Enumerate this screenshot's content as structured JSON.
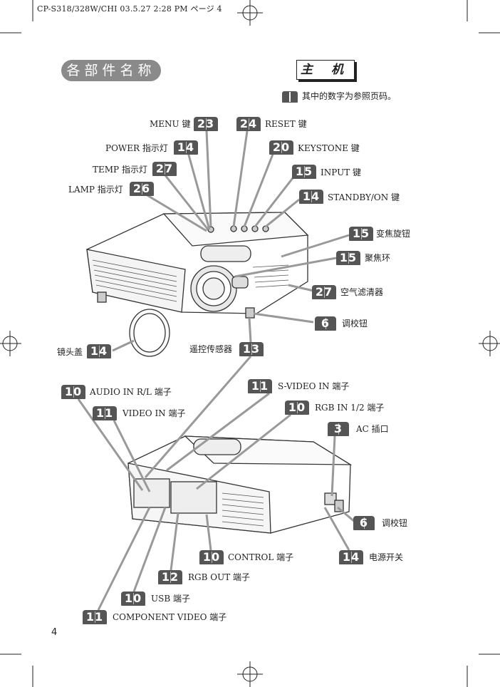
{
  "header": {
    "print_line": "CP-S318/328W/CHI  03.5.27 2:28 PM  ページ 4"
  },
  "section_title": "各部件名称",
  "main_label": "主 机",
  "note": "其中的数字为参照页码。",
  "top_callouts": [
    {
      "num": "23",
      "label": "MENU 键"
    },
    {
      "num": "24",
      "label": "RESET 键"
    },
    {
      "num": "14",
      "label": "POWER 指示灯"
    },
    {
      "num": "20",
      "label": "KEYSTONE 键"
    },
    {
      "num": "27",
      "label": "TEMP 指示灯"
    },
    {
      "num": "15",
      "label": "INPUT 键"
    },
    {
      "num": "26",
      "label": "LAMP 指示灯"
    },
    {
      "num": "14",
      "label": "STANDBY/ON 键"
    },
    {
      "num": "15",
      "label": "变焦旋钮"
    },
    {
      "num": "15",
      "label": "聚焦环"
    },
    {
      "num": "27",
      "label": "空气滤清器"
    },
    {
      "num": "6",
      "label": "调校钮"
    },
    {
      "num": "14",
      "label": "镜头盖"
    },
    {
      "num": "13",
      "label": "遥控传感器"
    }
  ],
  "rear_callouts": [
    {
      "num": "10",
      "label": "AUDIO IN R/L 端子"
    },
    {
      "num": "11",
      "label": "S-VIDEO IN 端子"
    },
    {
      "num": "11",
      "label": "VIDEO IN 端子"
    },
    {
      "num": "10",
      "label": "RGB IN 1/2 端子"
    },
    {
      "num": "3",
      "label": "AC 插口"
    },
    {
      "num": "6",
      "label": "调校钮"
    },
    {
      "num": "10",
      "label": "CONTROL 端子"
    },
    {
      "num": "14",
      "label": "电源开关"
    },
    {
      "num": "12",
      "label": "RGB OUT 端子"
    },
    {
      "num": "10",
      "label": "USB 端子"
    },
    {
      "num": "11",
      "label": "COMPONENT VIDEO 端子"
    }
  ],
  "page_number": "4"
}
